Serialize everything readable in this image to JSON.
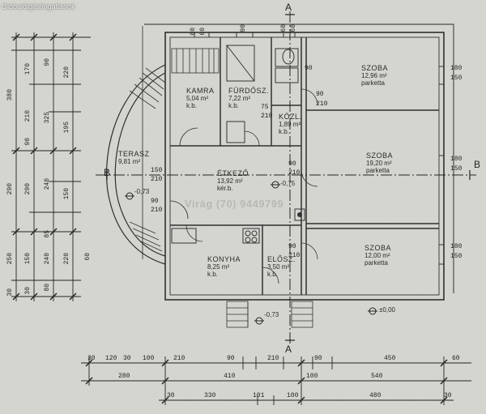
{
  "watermark_site": "Globaldigitalingatlanok",
  "watermark_phone": "Virág (70) 9449799",
  "section_marks": {
    "a_top": "A",
    "a_bottom": "A",
    "b_left": "B",
    "b_right": "B"
  },
  "rooms": [
    {
      "key": "kamra",
      "name": "KAMRA",
      "area": "5,04 m²",
      "floor": "k.b."
    },
    {
      "key": "furdoszoba",
      "name": "FÜRDŐSZ.",
      "area": "7,22 m²",
      "floor": "k.b."
    },
    {
      "key": "kozl",
      "name": "KÖZL.",
      "area": "1,89 m²",
      "floor": "k.b."
    },
    {
      "key": "szoba1",
      "name": "SZOBA",
      "area": "12,96 m²",
      "floor": "parketta"
    },
    {
      "key": "terasz",
      "name": "TERASZ",
      "area": "9,81 m²",
      "floor": ""
    },
    {
      "key": "etkezo",
      "name": "ÉTKEZŐ",
      "area": "13,92 m²",
      "floor": "kér.b."
    },
    {
      "key": "szoba2",
      "name": "SZOBA",
      "area": "19,20 m²",
      "floor": "parketta"
    },
    {
      "key": "konyha",
      "name": "KONYHA",
      "area": "8,25 m²",
      "floor": "k.b."
    },
    {
      "key": "elosz",
      "name": "ELŐSZ.",
      "area": "3,50 m²",
      "floor": "k.b."
    },
    {
      "key": "szoba3",
      "name": "SZOBA",
      "area": "12,00 m²",
      "floor": "parketta"
    }
  ],
  "levels": [
    "-0,73",
    "-0,75",
    "-0,73",
    "±0,00"
  ],
  "dims_bottom": {
    "row1": [
      "30",
      "120",
      "30",
      "100",
      "210",
      "90",
      "210",
      "90",
      "450",
      "60"
    ],
    "row2": [
      "280",
      "410",
      "100",
      "540"
    ],
    "row3": [
      "30",
      "330",
      "101",
      "100",
      "480",
      "30"
    ]
  },
  "dims_left": {
    "col1": [
      "380",
      "290",
      "250",
      "30"
    ],
    "col2": [
      "170",
      "210",
      "90",
      "290",
      "150",
      "30"
    ],
    "col3": [
      "90",
      "325",
      "240",
      "85",
      "240",
      "80"
    ],
    "col4": [
      "220",
      "195",
      "150",
      "220"
    ]
  },
  "dims_misc": [
    "60",
    "60",
    "90",
    "60",
    "60",
    "90",
    "180",
    "150",
    "180",
    "150",
    "180",
    "150",
    "90",
    "210",
    "75",
    "210",
    "90",
    "210",
    "150",
    "210",
    "90",
    "210",
    "90",
    "210",
    "60"
  ]
}
